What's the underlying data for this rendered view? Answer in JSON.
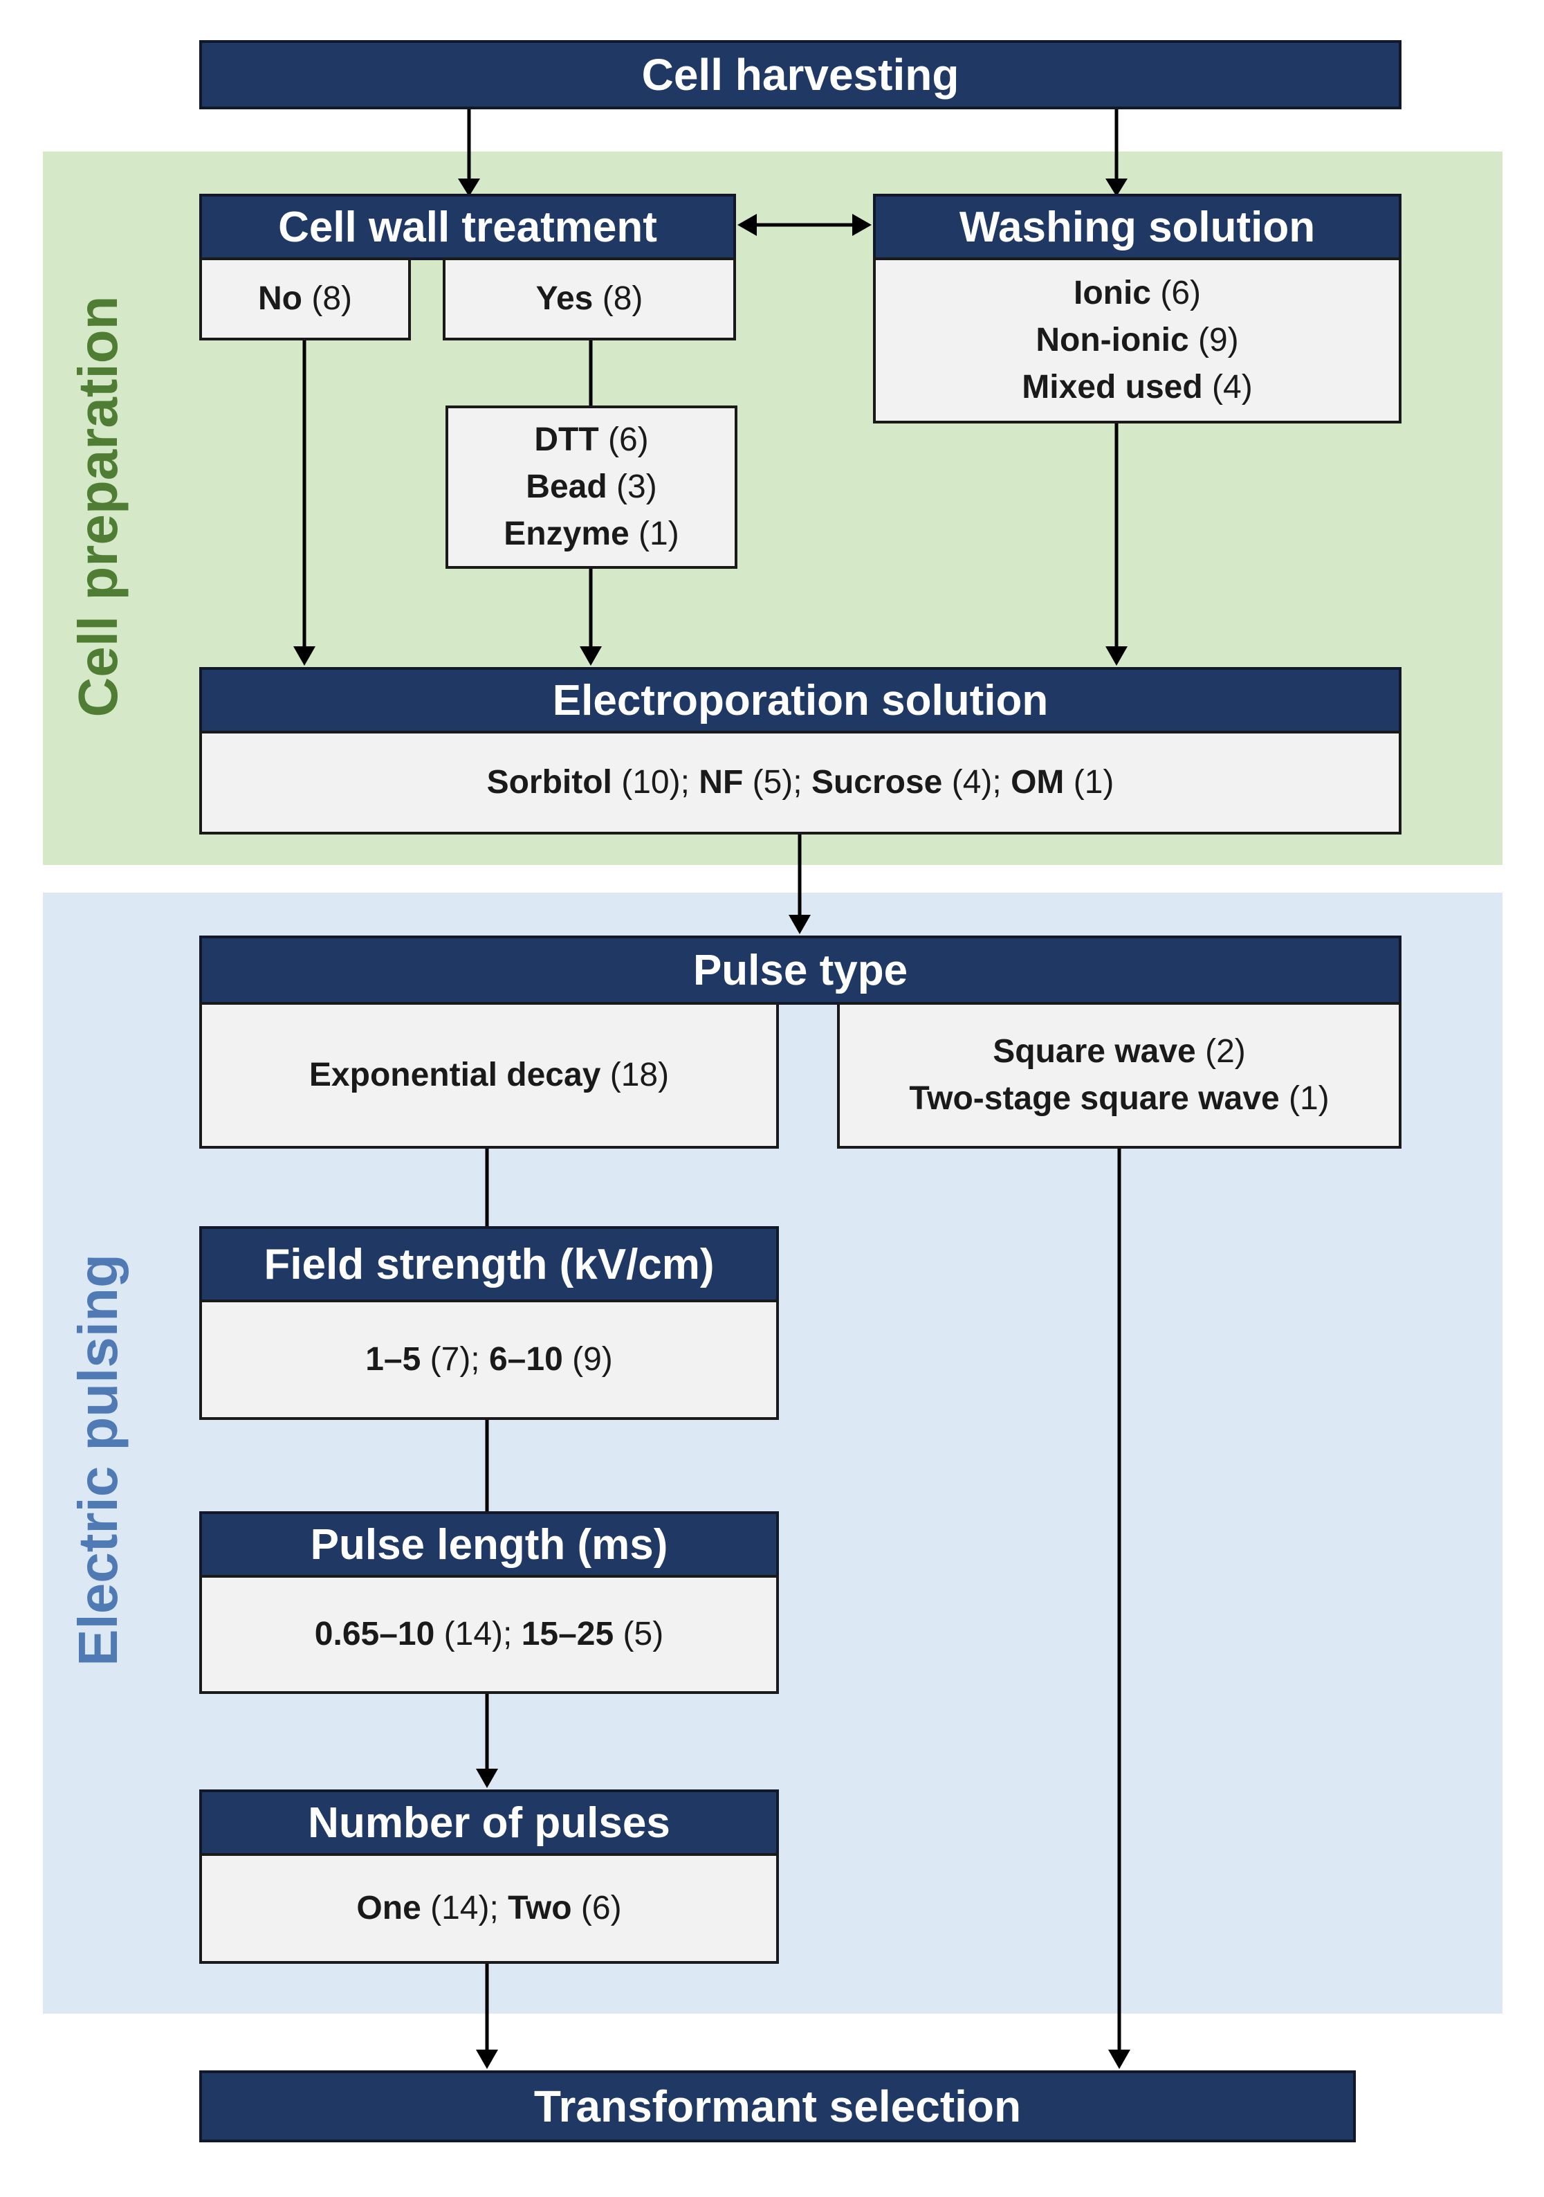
{
  "regions": {
    "cell_preparation": "Cell preparation",
    "electric_pulsing": "Electric pulsing"
  },
  "cell_harvesting": {
    "title": "Cell harvesting"
  },
  "cell_wall_treatment": {
    "title": "Cell wall treatment",
    "no": {
      "label": "No",
      "count": "(8)"
    },
    "yes": {
      "label": "Yes",
      "count": "(8)"
    },
    "methods": [
      {
        "label": "DTT",
        "count": "(6)"
      },
      {
        "label": "Bead",
        "count": "(3)"
      },
      {
        "label": "Enzyme",
        "count": "(1)"
      }
    ]
  },
  "washing_solution": {
    "title": "Washing solution",
    "items": [
      {
        "label": "Ionic",
        "count": "(6)"
      },
      {
        "label": "Non-ionic",
        "count": "(9)"
      },
      {
        "label": "Mixed used",
        "count": "(4)"
      }
    ]
  },
  "electroporation_solution": {
    "title": "Electroporation solution",
    "items": [
      {
        "label": "Sorbitol",
        "count": "(10);"
      },
      {
        "label": "NF",
        "count": "(5);"
      },
      {
        "label": "Sucrose",
        "count": "(4);"
      },
      {
        "label": "OM",
        "count": "(1)"
      }
    ]
  },
  "pulse_type": {
    "title": "Pulse type",
    "exponential": {
      "label": "Exponential decay",
      "count": "(18)"
    },
    "square": [
      {
        "label": "Square wave",
        "count": "(2)"
      },
      {
        "label": "Two-stage square wave",
        "count": "(1)"
      }
    ]
  },
  "field_strength": {
    "title": "Field strength (kV/cm)",
    "items": [
      {
        "label": "1–5",
        "count": "(7);"
      },
      {
        "label": "6–10",
        "count": "(9)"
      }
    ]
  },
  "pulse_length": {
    "title": "Pulse length (ms)",
    "items": [
      {
        "label": "0.65–10",
        "count": "(14);"
      },
      {
        "label": "15–25",
        "count": "(5)"
      }
    ]
  },
  "number_of_pulses": {
    "title": "Number of pulses",
    "items": [
      {
        "label": "One",
        "count": "(14);"
      },
      {
        "label": "Two",
        "count": "(6)"
      }
    ]
  },
  "transformant_selection": {
    "title": "Transformant selection"
  }
}
